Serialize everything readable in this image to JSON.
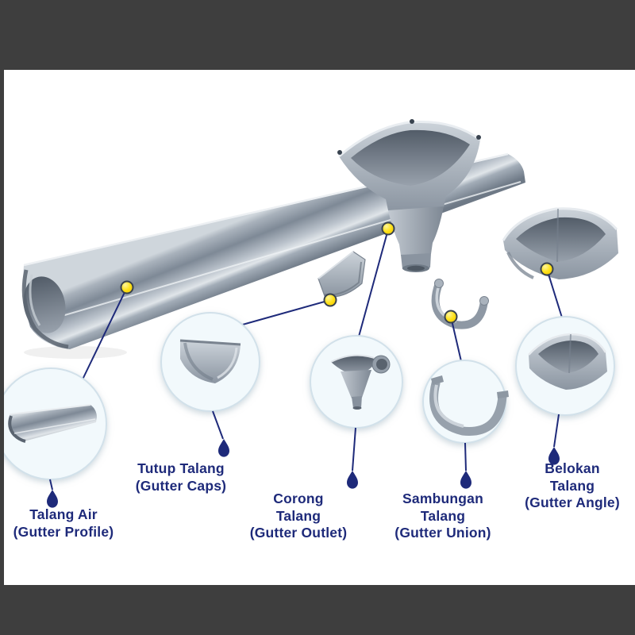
{
  "colors": {
    "bar_color": "#3e3e3e",
    "label_text": "#1e2a7a",
    "connector": "#1e2a7a",
    "marker_fill": "#ffdd15",
    "marker_ring": "#39424d"
  },
  "parts": [
    {
      "id": "gutter-profile",
      "lines": [
        "Talang Air",
        "(Gutter Profile)"
      ]
    },
    {
      "id": "gutter-caps",
      "lines": [
        "Tutup Talang",
        "(Gutter Caps)"
      ]
    },
    {
      "id": "gutter-outlet",
      "lines": [
        "Corong",
        "Talang",
        "(Gutter Outlet)"
      ]
    },
    {
      "id": "gutter-union",
      "lines": [
        "Sambungan",
        "Talang",
        "(Gutter Union)"
      ]
    },
    {
      "id": "gutter-angle",
      "lines": [
        "Belokan",
        "Talang",
        "(Gutter Angle)"
      ]
    }
  ]
}
